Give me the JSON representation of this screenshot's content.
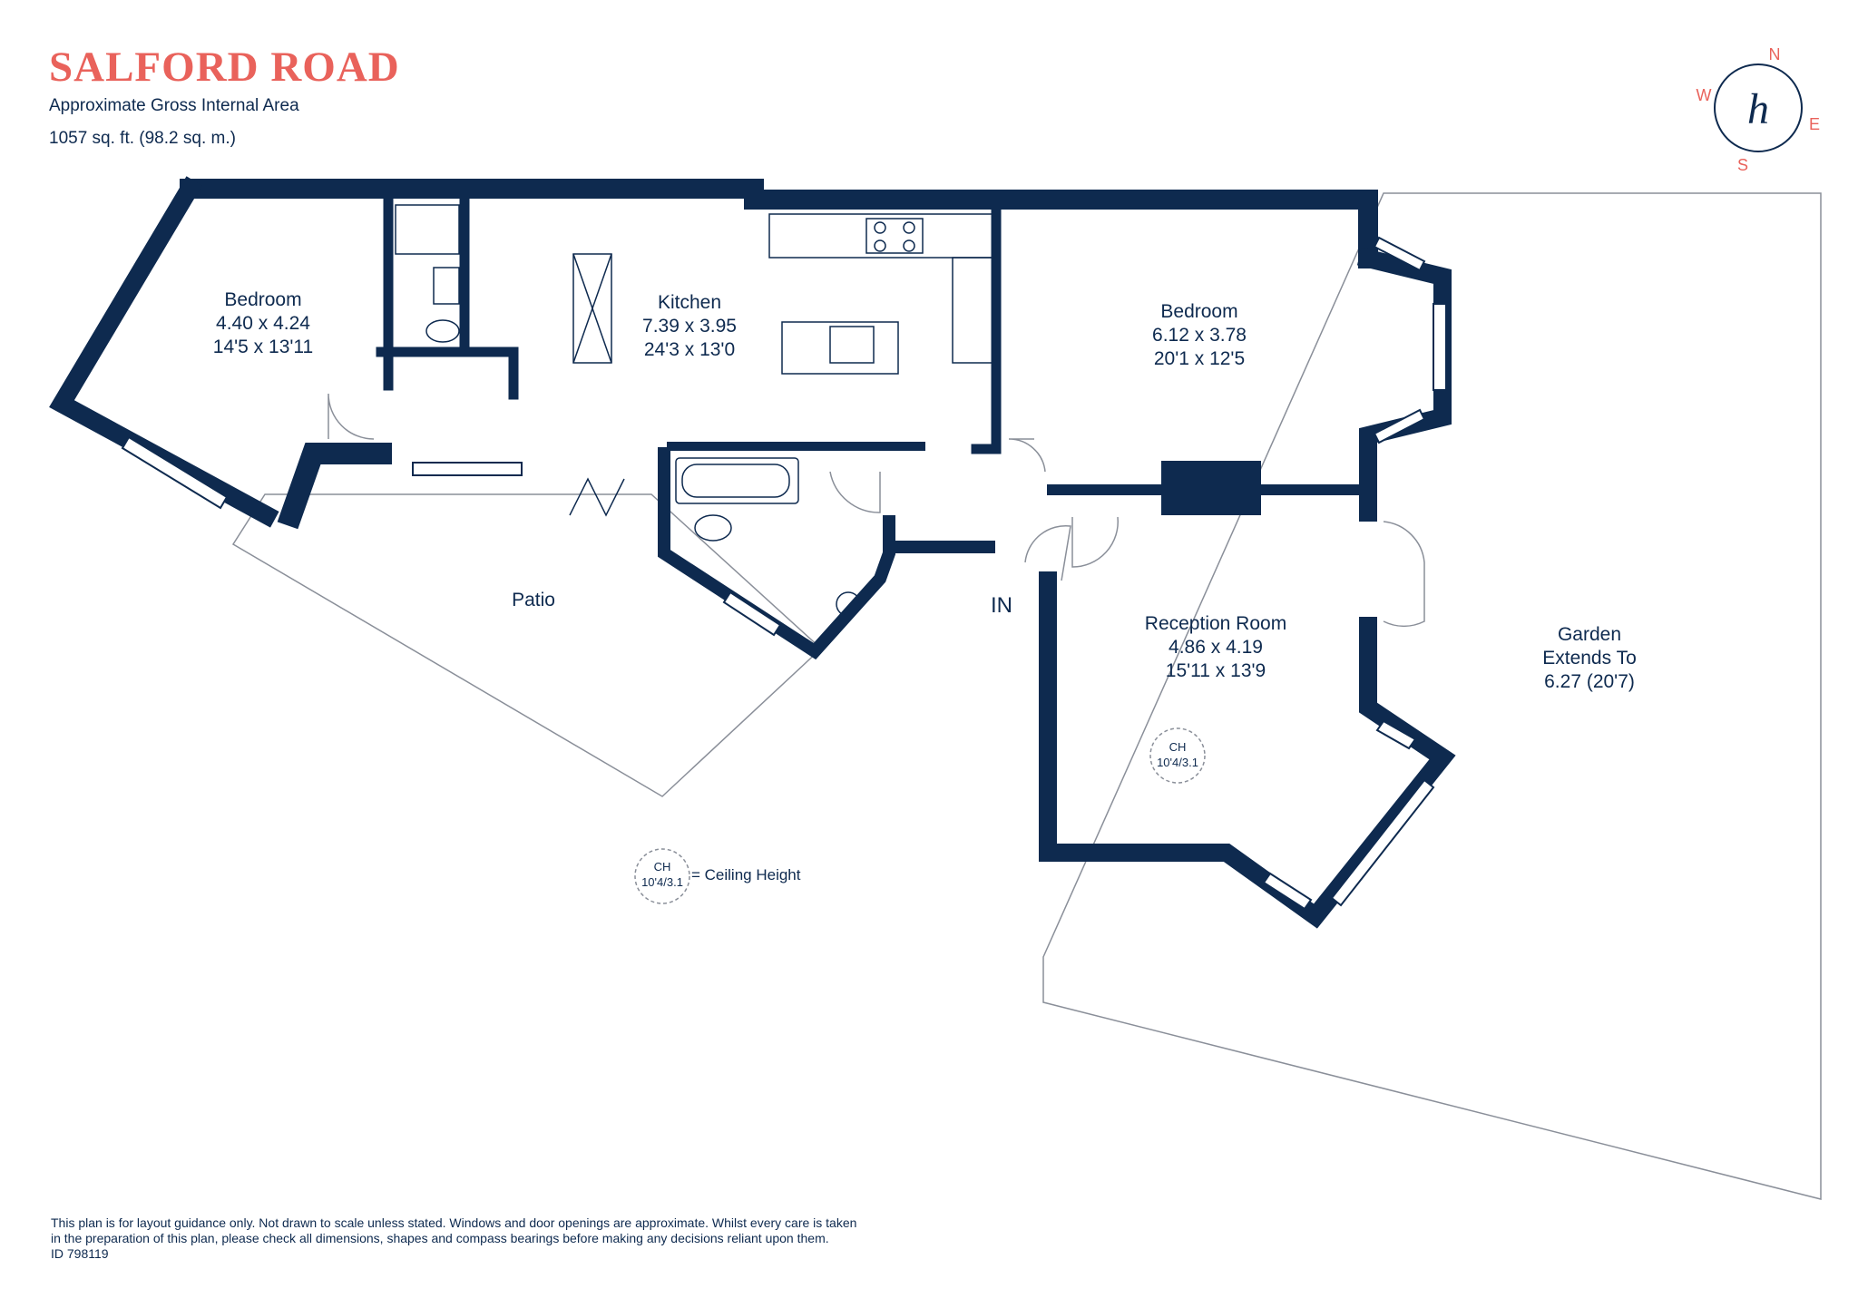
{
  "header": {
    "title": "SALFORD ROAD",
    "subtitle": "Approximate Gross Internal Area",
    "area": "1057 sq. ft. (98.2 sq. m.)"
  },
  "compass": {
    "n": "N",
    "e": "E",
    "s": "S",
    "w": "W",
    "logo": "h"
  },
  "rooms": {
    "bedroom1": {
      "name": "Bedroom",
      "metric": "4.40 x 4.24",
      "imperial": "14'5 x 13'11"
    },
    "kitchen": {
      "name": "Kitchen",
      "metric": "7.39 x 3.95",
      "imperial": "24'3 x 13'0"
    },
    "bedroom2": {
      "name": "Bedroom",
      "metric": "6.12 x 3.78",
      "imperial": "20'1 x 12'5"
    },
    "reception": {
      "name": "Reception Room",
      "metric": "4.86 x 4.19",
      "imperial": "15'11 x 13'9"
    },
    "patio": {
      "name": "Patio"
    },
    "garden": {
      "line1": "Garden",
      "line2": "Extends To",
      "line3": "6.27 (20'7)"
    }
  },
  "entrance": "IN",
  "ceiling": {
    "badge": "CH",
    "value": "10'4/3.1",
    "legend": "= Ceiling Height"
  },
  "footer": {
    "line1": "This plan is for layout guidance only. Not drawn to scale unless stated. Windows and door openings are approximate. Whilst every care is taken",
    "line2": "in the preparation of this plan, please check all dimensions, shapes and compass bearings before making any decisions reliant upon them.",
    "id": "ID 798119"
  },
  "colors": {
    "wall": "#0e2a4f",
    "accent": "#e9625b",
    "outline": "#8a8f99"
  }
}
